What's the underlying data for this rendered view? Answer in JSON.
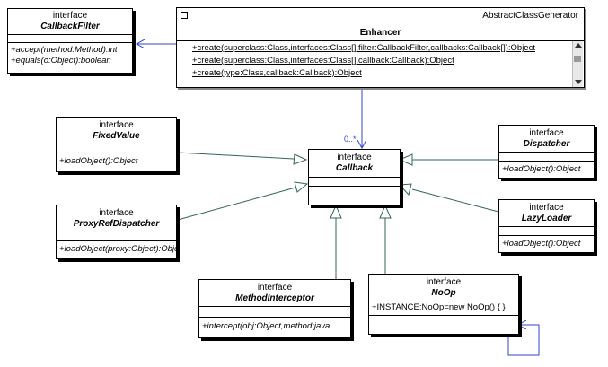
{
  "diagram": {
    "enhancer": {
      "stereotype": "AbstractClassGenerator",
      "name": "Enhancer",
      "operations": [
        "+create(superclass:Class,interfaces:Class[],filter:CallbackFilter,callbacks:Callback[]):Object",
        "+create(superclass:Class,interfaces:Class[],callback:Callback):Object",
        "+create(type:Class,callback:Callback):Object"
      ]
    },
    "callback_filter": {
      "stereotype": "interface",
      "name": "CallbackFilter",
      "operations": [
        "+accept(method:Method):int",
        "+equals(o:Object):boolean"
      ]
    },
    "callback": {
      "stereotype": "interface",
      "name": "Callback",
      "multiplicity": "0..*"
    },
    "fixed_value": {
      "stereotype": "interface",
      "name": "FixedValue",
      "operations": [
        "+loadObject():Object"
      ]
    },
    "dispatcher": {
      "stereotype": "interface",
      "name": "Dispatcher",
      "operations": [
        "+loadObject():Object"
      ]
    },
    "proxy_ref_dispatcher": {
      "stereotype": "interface",
      "name": "ProxyRefDispatcher",
      "operations": [
        "+loadObject(proxy:Object):Object"
      ]
    },
    "lazy_loader": {
      "stereotype": "interface",
      "name": "LazyLoader",
      "operations": [
        "+loadObject():Object"
      ]
    },
    "method_interceptor": {
      "stereotype": "interface",
      "name": "MethodInterceptor",
      "operations": [
        "+intercept(obj:Object,method:java.."
      ]
    },
    "noop": {
      "stereotype": "interface",
      "name": "NoOp",
      "operations": [
        "+INSTANCE:NoOp=new NoOp() { }"
      ]
    }
  }
}
